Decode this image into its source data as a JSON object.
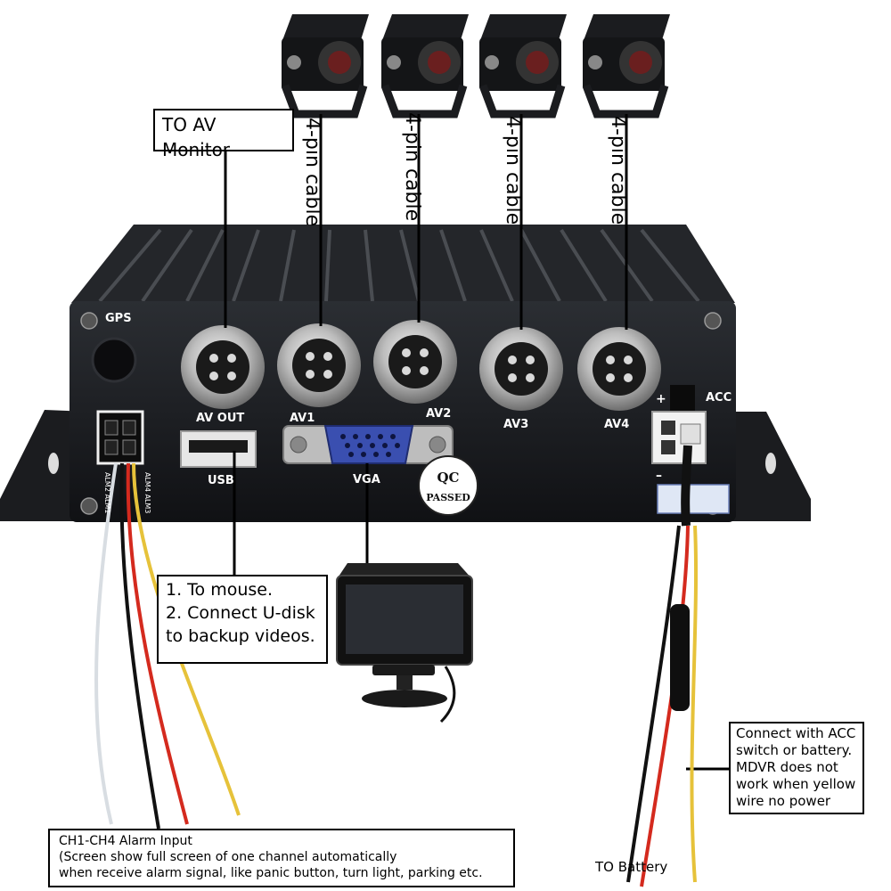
{
  "labels": {
    "av_monitor": "TO AV Monitor",
    "pin_cable": "4-pin cable",
    "usb_note": [
      "1. To mouse.",
      "2. Connect U-disk",
      "to backup videos."
    ],
    "acc_note": [
      "Connect with ACC",
      "switch or battery.",
      "MDVR does not",
      "work when yellow",
      "wire no power"
    ],
    "alarm_note": [
      "CH1-CH4 Alarm Input",
      "(Screen show full screen of one channel automatically",
      "when receive alarm signal, like panic button, turn light, parking etc."
    ],
    "to_battery": "TO Battery"
  },
  "panel": {
    "gps": "GPS",
    "av_out": "AV OUT",
    "av1": "AV1",
    "av2": "AV2",
    "av3": "AV3",
    "av4": "AV4",
    "usb": "USB",
    "vga": "VGA",
    "acc": "ACC",
    "plus": "+",
    "minus": "–",
    "qc_top": "QC",
    "qc_bottom": "PASSED",
    "alm_left": "ALM2 ALM1",
    "alm_right": "ALM4 ALM3"
  },
  "colors": {
    "device_body": "#17191c",
    "wire_red": "#d42a1e",
    "wire_yellow": "#e6c23a",
    "wire_black": "#111111",
    "wire_white": "#e8ecef",
    "metal": "#c9c9c9",
    "vga_blue": "#3a4fb0"
  }
}
